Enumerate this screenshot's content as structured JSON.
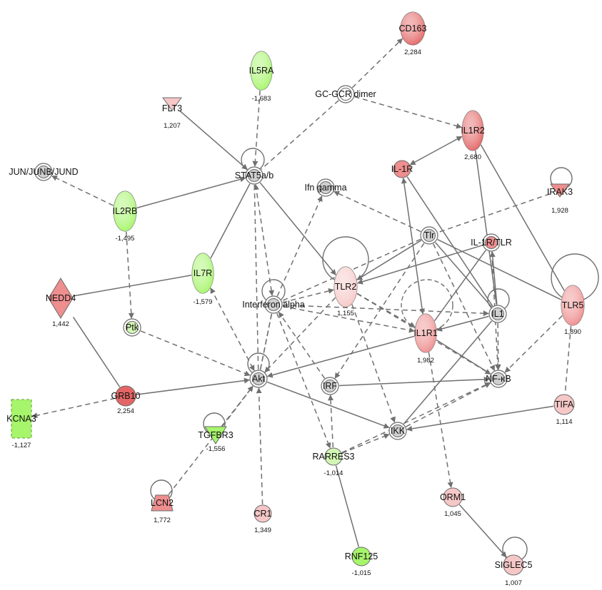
{
  "colors": {
    "up_strong": "#e36565",
    "up_medium": "#ee8e8e",
    "up_light": "#f6c7c7",
    "down": "#a6f56b",
    "down_light": "#d2f7b4",
    "neutral": "#cfcfcf",
    "edge": "#707070"
  },
  "nodes": [
    {
      "id": "CD163",
      "label": "CD163",
      "value": "2,284",
      "shape": "ellipse",
      "fill": "up_strong"
    },
    {
      "id": "IL5RA",
      "label": "IL5RA",
      "value": "-1,683",
      "shape": "ellipse",
      "fill": "down"
    },
    {
      "id": "GCGCR",
      "label": "GC-GCR dimer",
      "value": "",
      "shape": "double-circle",
      "fill": "white"
    },
    {
      "id": "FLT3",
      "label": "FLT3",
      "value": "1,207",
      "shape": "triangle-down",
      "fill": "up_light"
    },
    {
      "id": "IL1R2",
      "label": "IL1R2",
      "value": "2,680",
      "shape": "ellipse",
      "fill": "up_strong"
    },
    {
      "id": "JUN",
      "label": "JUN/JUNB/JUND",
      "value": "",
      "shape": "double-circle",
      "fill": "neutral"
    },
    {
      "id": "STAT5",
      "label": "STAT5a/b",
      "value": "",
      "shape": "double-circle",
      "fill": "neutral"
    },
    {
      "id": "IL1R",
      "label": "IL-1R",
      "value": "",
      "shape": "circle",
      "fill": "up_medium"
    },
    {
      "id": "IFNG",
      "label": "Ifn gamma",
      "value": "",
      "shape": "double-circle",
      "fill": "neutral"
    },
    {
      "id": "IRAK3",
      "label": "IRAK3",
      "value": "1,928",
      "shape": "triangle-down",
      "fill": "up_medium"
    },
    {
      "id": "IL2RB",
      "label": "IL2RB",
      "value": "-1,495",
      "shape": "ellipse",
      "fill": "down"
    },
    {
      "id": "TLR",
      "label": "Tlr",
      "value": "",
      "shape": "double-circle",
      "fill": "neutral"
    },
    {
      "id": "IL1RTLR",
      "label": "IL-1R/TLR",
      "value": "",
      "shape": "double-circle",
      "fill": "up_medium"
    },
    {
      "id": "NEDD4",
      "label": "NEDD4",
      "value": "1,442",
      "shape": "diamond",
      "fill": "up_medium"
    },
    {
      "id": "IL7R",
      "label": "IL7R",
      "value": "-1,579",
      "shape": "ellipse",
      "fill": "down"
    },
    {
      "id": "TLR2",
      "label": "TLR2",
      "value": "1,155",
      "shape": "ellipse",
      "fill": "up_light"
    },
    {
      "id": "IFNA",
      "label": "Interferon alpha",
      "value": "",
      "shape": "double-circle",
      "fill": "neutral"
    },
    {
      "id": "IL1",
      "label": "IL1",
      "value": "",
      "shape": "double-circle",
      "fill": "neutral"
    },
    {
      "id": "TLR5",
      "label": "TLR5",
      "value": "1,890",
      "shape": "ellipse",
      "fill": "up_medium"
    },
    {
      "id": "PTK",
      "label": "Ptk",
      "value": "",
      "shape": "double-circle",
      "fill": "down_light"
    },
    {
      "id": "IL1R1",
      "label": "IL1R1",
      "value": "1,982",
      "shape": "ellipse",
      "fill": "up_medium"
    },
    {
      "id": "AKT",
      "label": "Akt",
      "value": "",
      "shape": "double-circle",
      "fill": "neutral"
    },
    {
      "id": "IRF",
      "label": "IRF",
      "value": "",
      "shape": "double-circle",
      "fill": "neutral"
    },
    {
      "id": "NFKB",
      "label": "NF-κB",
      "value": "",
      "shape": "double-circle",
      "fill": "neutral"
    },
    {
      "id": "GRB10",
      "label": "GRB10",
      "value": "2,254",
      "shape": "circle",
      "fill": "up_strong"
    },
    {
      "id": "TIFA",
      "label": "TIFA",
      "value": "1,114",
      "shape": "circle",
      "fill": "up_light"
    },
    {
      "id": "KCNA3",
      "label": "KCNA3",
      "value": "-1,127",
      "shape": "rect-dashed",
      "fill": "down"
    },
    {
      "id": "TGFBR3",
      "label": "TGFBR3",
      "value": "-1,556",
      "shape": "triangle-down",
      "fill": "down"
    },
    {
      "id": "IKK",
      "label": "IKK",
      "value": "",
      "shape": "double-circle",
      "fill": "neutral"
    },
    {
      "id": "RARRES3",
      "label": "RARRES3",
      "value": "-1,014",
      "shape": "circle",
      "fill": "down_light"
    },
    {
      "id": "LCN2",
      "label": "LCN2",
      "value": "1,772",
      "shape": "trapezoid",
      "fill": "up_medium"
    },
    {
      "id": "CR1",
      "label": "CR1",
      "value": "1,349",
      "shape": "circle",
      "fill": "up_light"
    },
    {
      "id": "ORM1",
      "label": "ORM1",
      "value": "1,045",
      "shape": "circle",
      "fill": "up_light"
    },
    {
      "id": "RNF125",
      "label": "RNF125",
      "value": "-1,015",
      "shape": "circle",
      "fill": "down"
    },
    {
      "id": "SIGLEC5",
      "label": "SIGLEC5",
      "value": "1,007",
      "shape": "circle",
      "fill": "up_light"
    }
  ],
  "edges": [
    {
      "from": "GCGCR",
      "to": "CD163",
      "style": "dashed",
      "arrow": "end"
    },
    {
      "from": "GCGCR",
      "to": "STAT5",
      "style": "dashed",
      "arrow": "none"
    },
    {
      "from": "GCGCR",
      "to": "IL1R2",
      "style": "dashed",
      "arrow": "end"
    },
    {
      "from": "IL5RA",
      "to": "STAT5",
      "style": "dashed",
      "arrow": "end"
    },
    {
      "from": "FLT3",
      "to": "STAT5",
      "style": "solid",
      "arrow": "end"
    },
    {
      "from": "IL2RB",
      "to": "STAT5",
      "style": "solid",
      "arrow": "end"
    },
    {
      "from": "IL2RB",
      "to": "JUN",
      "style": "dashed",
      "arrow": "end"
    },
    {
      "from": "IL2RB",
      "to": "PTK",
      "style": "dashed",
      "arrow": "end"
    },
    {
      "from": "IL7R",
      "to": "STAT5",
      "style": "solid",
      "arrow": "none"
    },
    {
      "from": "STAT5",
      "to": "TLR2",
      "style": "solid",
      "arrow": "end"
    },
    {
      "from": "STAT5",
      "to": "IFNA",
      "style": "dashed",
      "arrow": "both"
    },
    {
      "from": "STAT5",
      "to": "AKT",
      "style": "dashed",
      "arrow": "none"
    },
    {
      "from": "IL1R",
      "to": "IL1R2",
      "style": "solid",
      "arrow": "both"
    },
    {
      "from": "IL1R2",
      "to": "IL1",
      "style": "solid",
      "arrow": "none"
    },
    {
      "from": "IL1R2",
      "to": "TLR5",
      "style": "solid",
      "arrow": "none"
    },
    {
      "from": "IL1R",
      "to": "IL1R1",
      "style": "solid",
      "arrow": "both"
    },
    {
      "from": "IL1R",
      "to": "IL1",
      "style": "solid",
      "arrow": "none"
    },
    {
      "from": "TLR",
      "to": "IFNG",
      "style": "dashed",
      "arrow": "end"
    },
    {
      "from": "IRAK3",
      "to": "TLR",
      "style": "dashed",
      "arrow": "none"
    },
    {
      "from": "TLR",
      "to": "TLR2",
      "style": "solid",
      "arrow": "end"
    },
    {
      "from": "TLR",
      "to": "IFNA",
      "style": "dashed",
      "arrow": "none"
    },
    {
      "from": "TLR",
      "to": "NFKB",
      "style": "dashed",
      "arrow": "end"
    },
    {
      "from": "TLR",
      "to": "TLR5",
      "style": "solid",
      "arrow": "none"
    },
    {
      "from": "TLR",
      "to": "IRF",
      "style": "dashed",
      "arrow": "end"
    },
    {
      "from": "TLR",
      "to": "IL1",
      "style": "solid",
      "arrow": "none"
    },
    {
      "from": "IL1RTLR",
      "to": "TLR2",
      "style": "solid",
      "arrow": "end"
    },
    {
      "from": "IL1RTLR",
      "to": "NFKB",
      "style": "dashed",
      "arrow": "end"
    },
    {
      "from": "IL1RTLR",
      "to": "IL1R1",
      "style": "solid",
      "arrow": "none"
    },
    {
      "from": "NEDD4",
      "to": "IL7R",
      "style": "solid",
      "arrow": "none"
    },
    {
      "from": "NEDD4",
      "to": "GRB10",
      "style": "solid",
      "arrow": "none"
    },
    {
      "from": "IL7R",
      "to": "AKT",
      "style": "dashed",
      "arrow": "both"
    },
    {
      "from": "IFNA",
      "to": "IFNG",
      "style": "dashed",
      "arrow": "end"
    },
    {
      "from": "IFNA",
      "to": "TLR2",
      "style": "dashed",
      "arrow": "end"
    },
    {
      "from": "IFNA",
      "to": "IL1",
      "style": "dashed",
      "arrow": "end"
    },
    {
      "from": "IFNA",
      "to": "IL1R1",
      "style": "dashed",
      "arrow": "end"
    },
    {
      "from": "IFNA",
      "to": "RARRES3",
      "style": "dashed",
      "arrow": "end"
    },
    {
      "from": "IFNA",
      "to": "AKT",
      "style": "dashed",
      "arrow": "none"
    },
    {
      "from": "TLR2",
      "to": "IL1R1",
      "style": "dashed",
      "arrow": "end"
    },
    {
      "from": "TLR2",
      "to": "IKK",
      "style": "dashed",
      "arrow": "end"
    },
    {
      "from": "TLR2",
      "to": "AKT",
      "style": "dashed",
      "arrow": "end"
    },
    {
      "from": "TLR2",
      "to": "NFKB",
      "style": "dashed",
      "arrow": "end"
    },
    {
      "from": "IL1",
      "to": "IL1R1",
      "style": "solid",
      "arrow": "end"
    },
    {
      "from": "IL1",
      "to": "NFKB",
      "style": "dashed",
      "arrow": "end"
    },
    {
      "from": "IL1",
      "to": "IKK",
      "style": "solid",
      "arrow": "none"
    },
    {
      "from": "IL1",
      "to": "IL1RTLR",
      "style": "solid",
      "arrow": "end"
    },
    {
      "from": "IL1R1",
      "to": "NFKB",
      "style": "solid",
      "arrow": "none"
    },
    {
      "from": "IL1R1",
      "to": "AKT",
      "style": "solid",
      "arrow": "end"
    },
    {
      "from": "IL1R1",
      "to": "ORM1",
      "style": "dashed",
      "arrow": "end"
    },
    {
      "from": "TLR5",
      "to": "NFKB",
      "style": "dashed",
      "arrow": "end"
    },
    {
      "from": "TLR5",
      "to": "TIFA",
      "style": "dashed",
      "arrow": "none"
    },
    {
      "from": "PTK",
      "to": "AKT",
      "style": "dashed",
      "arrow": "end"
    },
    {
      "from": "GRB10",
      "to": "AKT",
      "style": "solid",
      "arrow": "end"
    },
    {
      "from": "GRB10",
      "to": "KCNA3",
      "style": "dashed",
      "arrow": "end"
    },
    {
      "from": "AKT",
      "to": "IFNA",
      "style": "dashed",
      "arrow": "none"
    },
    {
      "from": "AKT",
      "to": "IKK",
      "style": "solid",
      "arrow": "end"
    },
    {
      "from": "TGFBR3",
      "to": "AKT",
      "style": "dashed",
      "arrow": "end"
    },
    {
      "from": "LCN2",
      "to": "AKT",
      "style": "dashed",
      "arrow": "end"
    },
    {
      "from": "CR1",
      "to": "AKT",
      "style": "dashed",
      "arrow": "end"
    },
    {
      "from": "IRF",
      "to": "NFKB",
      "style": "solid",
      "arrow": "end"
    },
    {
      "from": "IRF",
      "to": "IFNA",
      "style": "dashed",
      "arrow": "end"
    },
    {
      "from": "RARRES3",
      "to": "IRF",
      "style": "dashed",
      "arrow": "end"
    },
    {
      "from": "RARRES3",
      "to": "NFKB",
      "style": "dashed",
      "arrow": "end"
    },
    {
      "from": "RARRES3",
      "to": "IKK",
      "style": "dashed",
      "arrow": "end"
    },
    {
      "from": "RNF125",
      "to": "RARRES3",
      "style": "solid",
      "arrow": "none"
    },
    {
      "from": "IKK",
      "to": "NFKB",
      "style": "dashed",
      "arrow": "end"
    },
    {
      "from": "TIFA",
      "to": "IKK",
      "style": "solid",
      "arrow": "end"
    },
    {
      "from": "ORM1",
      "to": "SIGLEC5",
      "style": "solid",
      "arrow": "end"
    }
  ],
  "loops": [
    {
      "node": "STAT5",
      "style": "solid"
    },
    {
      "node": "TLR2",
      "style": "solid"
    },
    {
      "node": "IRAK3",
      "style": "solid"
    },
    {
      "node": "TLR5",
      "style": "solid"
    },
    {
      "node": "IFNA",
      "style": "solid"
    },
    {
      "node": "IL1R1",
      "style": "dashed"
    },
    {
      "node": "AKT",
      "style": "solid"
    },
    {
      "node": "TGFBR3",
      "style": "solid"
    },
    {
      "node": "LCN2",
      "style": "solid"
    },
    {
      "node": "SIGLEC5",
      "style": "solid"
    },
    {
      "node": "IL1",
      "style": "solid"
    }
  ]
}
